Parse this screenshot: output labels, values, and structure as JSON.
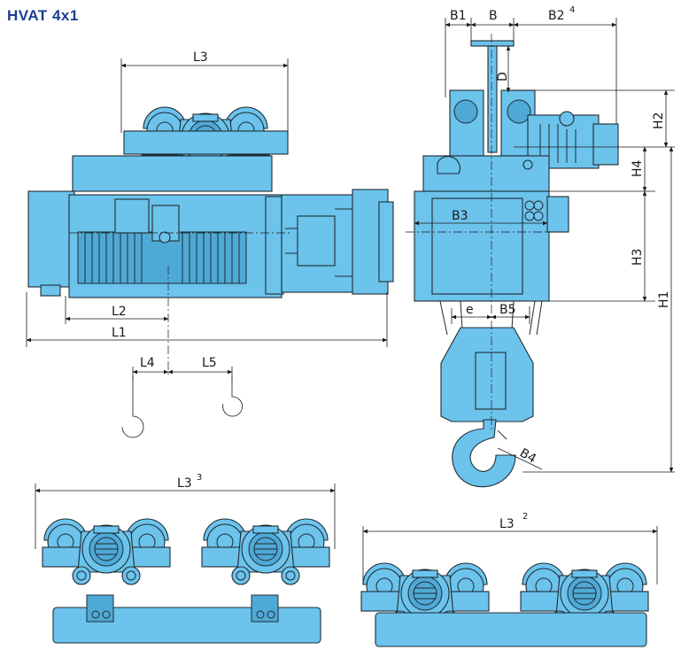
{
  "title": "HVAT 4x1",
  "colors": {
    "title": "#1b3f8f",
    "equipment_fill": "#6cc3ec",
    "equipment_shade": "#4fa9d6",
    "linework": "#1f2b33"
  },
  "dimensions": {
    "L1": "L1",
    "L2": "L2",
    "L3": "L3",
    "L4": "L4",
    "L5": "L5",
    "B": "B",
    "B1": "B1",
    "B2": "B2",
    "B3": "B3",
    "B4": "B4",
    "B5": "B5",
    "D": "D",
    "e": "e",
    "H1": "H1",
    "H2": "H2",
    "H3": "H3",
    "H4": "H4",
    "L3_two_trolley": "L3",
    "L3_two_trolley_low": "L3"
  },
  "footnotes": {
    "B2": "4",
    "L3_two_trolley": "3",
    "L3_two_trolley_low": "2"
  }
}
